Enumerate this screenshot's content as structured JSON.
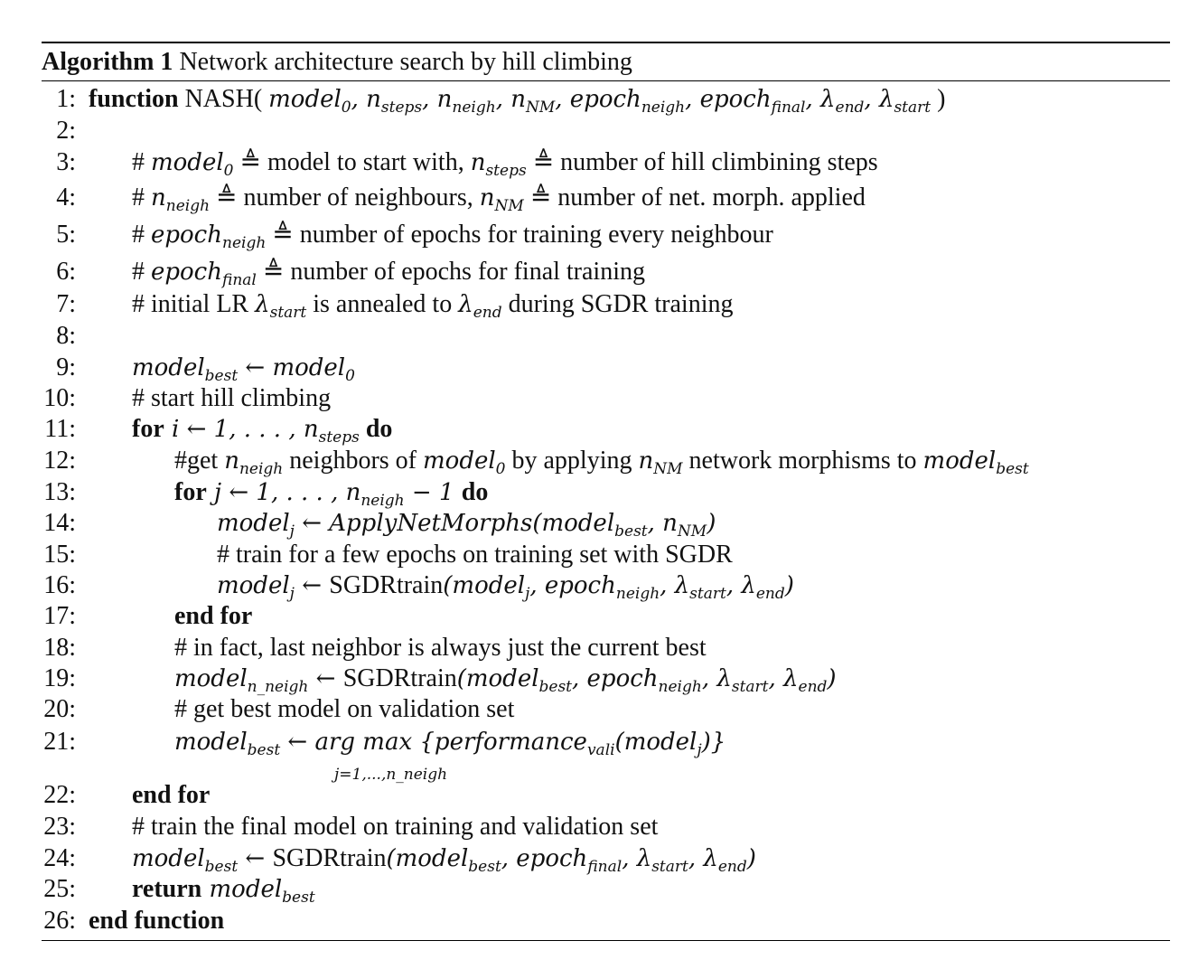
{
  "caption": {
    "label": "Algorithm 1",
    "title": "Network architecture search by hill climbing"
  },
  "lines": [
    {
      "n": "1:",
      "indent": 0,
      "parts": [
        [
          "kw",
          "function"
        ],
        [
          "tx",
          " NASH( "
        ],
        [
          "m",
          "model"
        ],
        [
          "sub",
          "0"
        ],
        [
          "m",
          ", n"
        ],
        [
          "sub",
          "steps"
        ],
        [
          "m",
          ", n"
        ],
        [
          "sub",
          "neigh"
        ],
        [
          "m",
          ", n"
        ],
        [
          "sub",
          "NM"
        ],
        [
          "m",
          ", epoch"
        ],
        [
          "sub",
          "neigh"
        ],
        [
          "m",
          ", epoch"
        ],
        [
          "sub",
          "final"
        ],
        [
          "m",
          ", λ"
        ],
        [
          "sub",
          "end"
        ],
        [
          "m",
          ", λ"
        ],
        [
          "sub",
          "start"
        ],
        [
          "tx",
          " )"
        ]
      ]
    },
    {
      "n": "2:",
      "indent": 1,
      "parts": []
    },
    {
      "n": "3:",
      "indent": 1,
      "parts": [
        [
          "tx",
          "# "
        ],
        [
          "m",
          "model"
        ],
        [
          "sub",
          "0"
        ],
        [
          "tx",
          " ≜ model to start with,     "
        ],
        [
          "m",
          "n"
        ],
        [
          "sub",
          "steps"
        ],
        [
          "tx",
          " ≜ number of hill climbining steps"
        ]
      ]
    },
    {
      "n": "4:",
      "indent": 1,
      "parts": [
        [
          "tx",
          "# "
        ],
        [
          "m",
          "n"
        ],
        [
          "sub",
          "neigh"
        ],
        [
          "tx",
          " ≜ number of neighbours,     "
        ],
        [
          "m",
          "n"
        ],
        [
          "sub",
          "NM"
        ],
        [
          "tx",
          " ≜ number of net. morph. applied"
        ]
      ]
    },
    {
      "n": "5:",
      "indent": 1,
      "parts": [
        [
          "tx",
          "# "
        ],
        [
          "m",
          "epoch"
        ],
        [
          "sub",
          "neigh"
        ],
        [
          "tx",
          " ≜ number of epochs for training every neighbour"
        ]
      ]
    },
    {
      "n": "6:",
      "indent": 1,
      "parts": [
        [
          "tx",
          "# "
        ],
        [
          "m",
          "epoch"
        ],
        [
          "sub",
          "final"
        ],
        [
          "tx",
          " ≜ number of epochs for final training"
        ]
      ]
    },
    {
      "n": "7:",
      "indent": 1,
      "parts": [
        [
          "tx",
          "# initial LR "
        ],
        [
          "m",
          "λ"
        ],
        [
          "sub",
          "start"
        ],
        [
          "tx",
          " is annealed to "
        ],
        [
          "m",
          "λ"
        ],
        [
          "sub",
          "end"
        ],
        [
          "tx",
          " during SGDR training"
        ]
      ]
    },
    {
      "n": "8:",
      "indent": 1,
      "parts": []
    },
    {
      "n": "9:",
      "indent": 1,
      "parts": [
        [
          "m",
          "model"
        ],
        [
          "sub",
          "best"
        ],
        [
          "m",
          " ← model"
        ],
        [
          "sub",
          "0"
        ]
      ]
    },
    {
      "n": "10:",
      "indent": 1,
      "parts": [
        [
          "tx",
          "# start hill climbing"
        ]
      ]
    },
    {
      "n": "11:",
      "indent": 1,
      "parts": [
        [
          "kw",
          "for"
        ],
        [
          "m",
          "  i ← 1, . . . , n"
        ],
        [
          "sub",
          "steps"
        ],
        [
          "tx",
          " "
        ],
        [
          "kw",
          "do"
        ]
      ]
    },
    {
      "n": "12:",
      "indent": 2,
      "parts": [
        [
          "tx",
          "#get "
        ],
        [
          "m",
          "n"
        ],
        [
          "sub",
          "neigh"
        ],
        [
          "tx",
          " neighbors of "
        ],
        [
          "m",
          "model"
        ],
        [
          "sub",
          "0"
        ],
        [
          "tx",
          " by applying "
        ],
        [
          "m",
          "n"
        ],
        [
          "sub",
          "NM"
        ],
        [
          "tx",
          " network morphisms to "
        ],
        [
          "m",
          "model"
        ],
        [
          "sub",
          "best"
        ]
      ]
    },
    {
      "n": "13:",
      "indent": 2,
      "parts": [
        [
          "kw",
          "for"
        ],
        [
          "m",
          "  j ← 1, . . . , n"
        ],
        [
          "sub",
          "neigh"
        ],
        [
          "m",
          " − 1 "
        ],
        [
          "kw",
          " do"
        ]
      ]
    },
    {
      "n": "14:",
      "indent": 3,
      "parts": [
        [
          "m",
          "model"
        ],
        [
          "sub",
          "j"
        ],
        [
          "m",
          " ← ApplyNetMorphs(model"
        ],
        [
          "sub",
          "best"
        ],
        [
          "m",
          ", n"
        ],
        [
          "sub",
          "NM"
        ],
        [
          "m",
          ")"
        ]
      ]
    },
    {
      "n": "15:",
      "indent": 3,
      "parts": [
        [
          "tx",
          "# train for a few epochs on training set with SGDR"
        ]
      ]
    },
    {
      "n": "16:",
      "indent": 3,
      "parts": [
        [
          "m",
          "model"
        ],
        [
          "sub",
          "j"
        ],
        [
          "m",
          " ← "
        ],
        [
          "tx",
          "SGDRtrain"
        ],
        [
          "m",
          "(model"
        ],
        [
          "sub",
          "j"
        ],
        [
          "m",
          ", epoch"
        ],
        [
          "sub",
          "neigh"
        ],
        [
          "m",
          ", λ"
        ],
        [
          "sub",
          "start"
        ],
        [
          "m",
          ", λ"
        ],
        [
          "sub",
          "end"
        ],
        [
          "m",
          ")"
        ]
      ]
    },
    {
      "n": "17:",
      "indent": 2,
      "parts": [
        [
          "kw",
          "end for"
        ]
      ]
    },
    {
      "n": "18:",
      "indent": 2,
      "parts": [
        [
          "tx",
          "# in fact, last neighbor is always just the current best"
        ]
      ]
    },
    {
      "n": "19:",
      "indent": 2,
      "parts": [
        [
          "m",
          "model"
        ],
        [
          "sub",
          "n_neigh"
        ],
        [
          "m",
          " ← "
        ],
        [
          "tx",
          "SGDRtrain"
        ],
        [
          "m",
          "(model"
        ],
        [
          "sub",
          "best"
        ],
        [
          "m",
          ", epoch"
        ],
        [
          "sub",
          "neigh"
        ],
        [
          "m",
          ", λ"
        ],
        [
          "sub",
          "start"
        ],
        [
          "m",
          ", λ"
        ],
        [
          "sub",
          "end"
        ],
        [
          "m",
          ")"
        ]
      ]
    },
    {
      "n": "20:",
      "indent": 2,
      "parts": [
        [
          "tx",
          "# get best model on validation set"
        ]
      ]
    },
    {
      "n": "21:",
      "indent": 2,
      "parts": [
        [
          "m",
          "model"
        ],
        [
          "sub",
          "best"
        ],
        [
          "m",
          " ←    arg max   {performance"
        ],
        [
          "sub",
          "vali"
        ],
        [
          "m",
          "(model"
        ],
        [
          "sub",
          "j"
        ],
        [
          "m",
          ")}"
        ]
      ],
      "under": "j=1,...,n_neigh"
    },
    {
      "n": "22:",
      "indent": 1,
      "parts": [
        [
          "kw",
          "end for"
        ]
      ]
    },
    {
      "n": "23:",
      "indent": 1,
      "parts": [
        [
          "tx",
          "# train the final model on training and validation set"
        ]
      ]
    },
    {
      "n": "24:",
      "indent": 1,
      "parts": [
        [
          "m",
          "model"
        ],
        [
          "sub",
          "best"
        ],
        [
          "m",
          " ← "
        ],
        [
          "tx",
          "SGDRtrain"
        ],
        [
          "m",
          "(model"
        ],
        [
          "sub",
          "best"
        ],
        [
          "m",
          ", epoch"
        ],
        [
          "sub",
          "final"
        ],
        [
          "m",
          ", λ"
        ],
        [
          "sub",
          "start"
        ],
        [
          "m",
          ", λ"
        ],
        [
          "sub",
          "end"
        ],
        [
          "m",
          ")"
        ]
      ]
    },
    {
      "n": "25:",
      "indent": 1,
      "parts": [
        [
          "kw",
          "return"
        ],
        [
          "m",
          "  model"
        ],
        [
          "sub",
          "best"
        ]
      ]
    },
    {
      "n": "26:",
      "indent": 0,
      "parts": [
        [
          "kw",
          "end function"
        ]
      ]
    }
  ]
}
